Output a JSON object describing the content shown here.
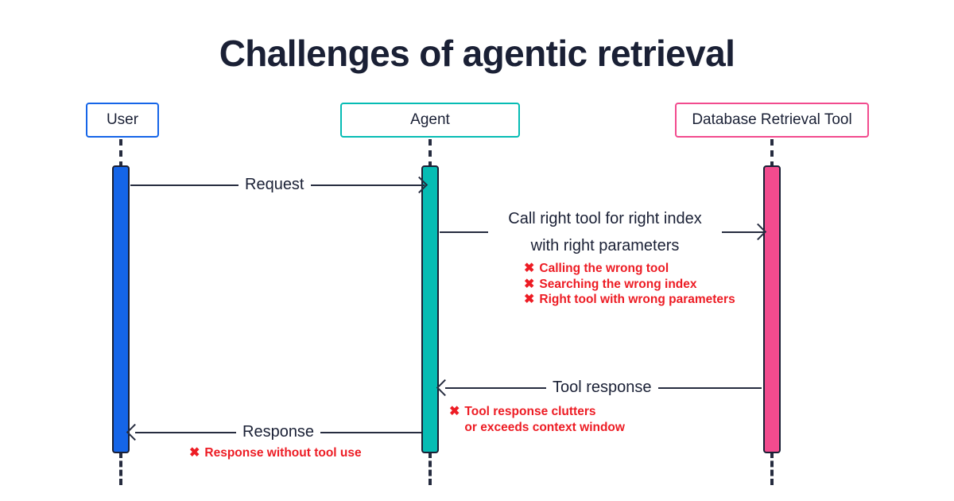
{
  "page": {
    "title": "Challenges of agentic retrieval",
    "background": "#ffffff",
    "title_color": "#1a2035",
    "error_color": "#ED1C24",
    "line_color": "#262c3f"
  },
  "participants": [
    {
      "id": "user",
      "label": "User",
      "color": "#1565E8"
    },
    {
      "id": "agent",
      "label": "Agent",
      "color": "#06BCB4"
    },
    {
      "id": "dbtool",
      "label": "Database Retrieval Tool",
      "color": "#F24B8E"
    }
  ],
  "messages": [
    {
      "id": "request",
      "label": "Request",
      "from": "user",
      "to": "agent",
      "direction": "right"
    },
    {
      "id": "call-tool",
      "label_line1": "Call right tool for right index",
      "label_line2": "with right parameters",
      "from": "agent",
      "to": "dbtool",
      "direction": "right"
    },
    {
      "id": "tool-response",
      "label": "Tool response",
      "from": "dbtool",
      "to": "agent",
      "direction": "left"
    },
    {
      "id": "response",
      "label": "Response",
      "from": "agent",
      "to": "user",
      "direction": "left"
    }
  ],
  "annotations": {
    "mark": "✖",
    "call_tool_errors": [
      "Calling the wrong tool",
      "Searching the wrong index",
      "Right tool with wrong parameters"
    ],
    "tool_response_errors_line1": "Tool response clutters",
    "tool_response_errors_line2": "or exceeds context window",
    "response_error": "Response without tool use"
  }
}
